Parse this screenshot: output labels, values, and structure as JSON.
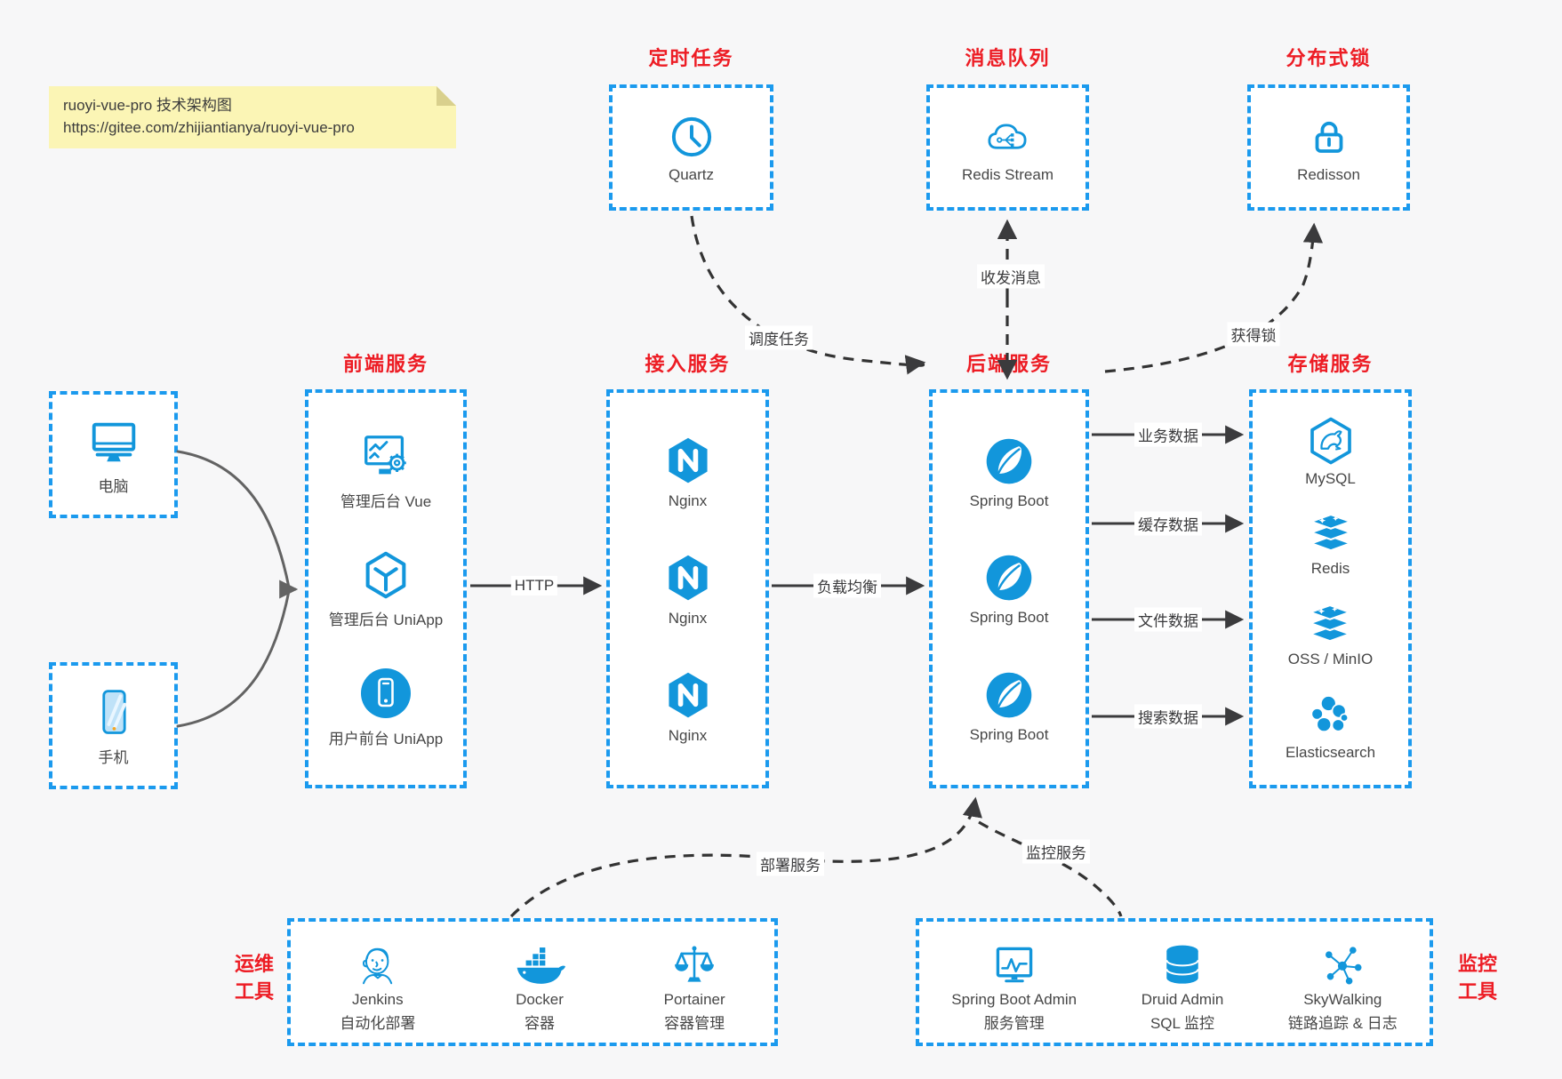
{
  "note": {
    "title": "ruoyi-vue-pro 技术架构图",
    "url": "https://gitee.com/zhijiantianya/ruoyi-vue-pro"
  },
  "top": {
    "scheduled": {
      "title": "定时任务",
      "item": "Quartz",
      "icon": "clock-icon"
    },
    "mq": {
      "title": "消息队列",
      "item": "Redis Stream",
      "icon": "cloud-network-icon"
    },
    "lock": {
      "title": "分布式锁",
      "item": "Redisson",
      "icon": "lock-icon"
    }
  },
  "clients": {
    "pc": {
      "label": "电脑",
      "icon": "computer-icon"
    },
    "mobile": {
      "label": "手机",
      "icon": "phone-icon"
    }
  },
  "frontend": {
    "title": "前端服务",
    "items": [
      "管理后台 Vue",
      "管理后台 UniApp",
      "用户前台 UniApp"
    ]
  },
  "gateway": {
    "title": "接入服务",
    "items": [
      "Nginx",
      "Nginx",
      "Nginx"
    ]
  },
  "backend": {
    "title": "后端服务",
    "items": [
      "Spring Boot",
      "Spring Boot",
      "Spring Boot"
    ]
  },
  "storage": {
    "title": "存储服务",
    "items": [
      "MySQL",
      "Redis",
      "OSS / MinIO",
      "Elasticsearch"
    ]
  },
  "ops": {
    "title_l1": "运维",
    "title_l2": "工具",
    "items": [
      {
        "name": "Jenkins",
        "desc": "自动化部署",
        "icon": "jenkins-icon"
      },
      {
        "name": "Docker",
        "desc": "容器",
        "icon": "docker-icon"
      },
      {
        "name": "Portainer",
        "desc": "容器管理",
        "icon": "scales-icon"
      }
    ]
  },
  "monitoring": {
    "title_l1": "监控",
    "title_l2": "工具",
    "items": [
      {
        "name": "Spring Boot Admin",
        "desc": "服务管理",
        "icon": "monitor-pulse-icon"
      },
      {
        "name": "Druid Admin",
        "desc": "SQL 监控",
        "icon": "database-icon"
      },
      {
        "name": "SkyWalking",
        "desc": "链路追踪 & 日志",
        "icon": "network-nodes-icon"
      }
    ]
  },
  "edges": {
    "http": "HTTP",
    "load_balance": "负载均衡",
    "business": "业务数据",
    "cache": "缓存数据",
    "file": "文件数据",
    "search": "搜索数据",
    "schedule": "调度任务",
    "message": "收发消息",
    "lock": "获得锁",
    "deploy": "部署服务",
    "monitor": "监控服务"
  },
  "colors": {
    "icon_blue": "#1296db",
    "border_blue": "#1b9aee",
    "title_red": "#ed1c24",
    "note_bg": "#fbf5b5",
    "arrow_dark": "#3b3b3d",
    "arrow_gray": "#636363",
    "background": "#f7f7f8"
  }
}
